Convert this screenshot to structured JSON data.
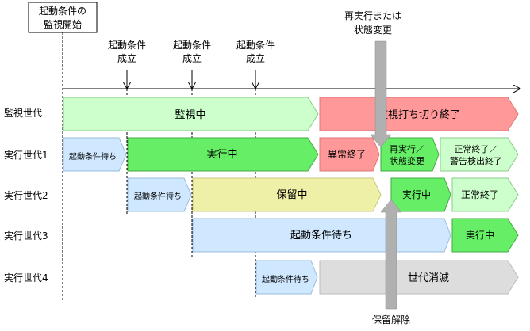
{
  "start_note": {
    "line1": "起動条件の",
    "line2": "監視開始"
  },
  "condition_label": {
    "line1": "起動条件",
    "line2": "成立"
  },
  "rerun_note": {
    "line1": "再実行または",
    "line2": "状態変更"
  },
  "hold_release_label": "保留解除",
  "rows": [
    {
      "label": "監視世代",
      "segments": [
        {
          "text": "監視中",
          "color": "#ccffcc"
        },
        {
          "text": "監視打ち切り終了",
          "color": "#ff9999"
        }
      ]
    },
    {
      "label": "実行世代1",
      "segments": [
        {
          "text": "起動条件待ち",
          "color": "#d0e8ff"
        },
        {
          "text": "実行中",
          "color": "#66ee66"
        },
        {
          "text": "異常終了",
          "color": "#ff9999"
        },
        {
          "text": "再実行／",
          "text2": "状態変更",
          "color": "#66ee66"
        },
        {
          "text": "正常終了／",
          "text2": "警告検出終了",
          "color": "#ccffcc"
        }
      ]
    },
    {
      "label": "実行世代2",
      "segments": [
        {
          "text": "起動条件待ち",
          "color": "#d0e8ff"
        },
        {
          "text": "保留中",
          "color": "#eef0a8"
        },
        {
          "text": "実行中",
          "color": "#66ee66"
        },
        {
          "text": "正常終了",
          "color": "#ccffcc"
        }
      ]
    },
    {
      "label": "実行世代3",
      "segments": [
        {
          "text": "起動条件待ち",
          "color": "#d0e8ff"
        },
        {
          "text": "実行中",
          "color": "#66ee66"
        }
      ]
    },
    {
      "label": "実行世代4",
      "segments": [
        {
          "text": "起動条件待ち",
          "color": "#d0e8ff"
        },
        {
          "text": "世代消滅",
          "color": "#dddddd"
        }
      ]
    }
  ]
}
